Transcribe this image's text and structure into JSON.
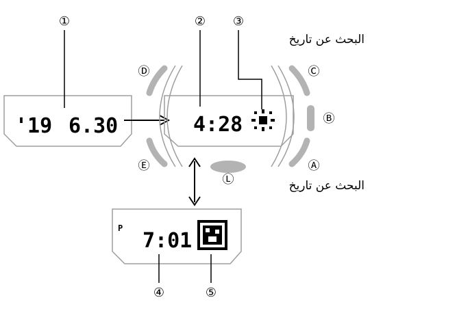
{
  "callouts": [
    "①",
    "②",
    "③",
    "④",
    "⑤"
  ],
  "display_left": {
    "year": "'19",
    "date": "6.30"
  },
  "display_center": {
    "time": "4:28",
    "icon": "sun-icon"
  },
  "display_bottom": {
    "pm_indicator": "P",
    "time": "7:01",
    "icon": "moon-phase-icon"
  },
  "buttons": {
    "A": "Ⓐ",
    "B": "Ⓑ",
    "C": "Ⓒ",
    "D": "Ⓓ",
    "E": "Ⓔ",
    "L": "Ⓛ"
  },
  "labels": {
    "top_right": "البحث عن تاريخ",
    "bottom_right": "البحث عن تاريخ"
  },
  "colors": {
    "button": "#b3b3b3",
    "outline": "#9e9e9e",
    "ink": "#000000"
  }
}
